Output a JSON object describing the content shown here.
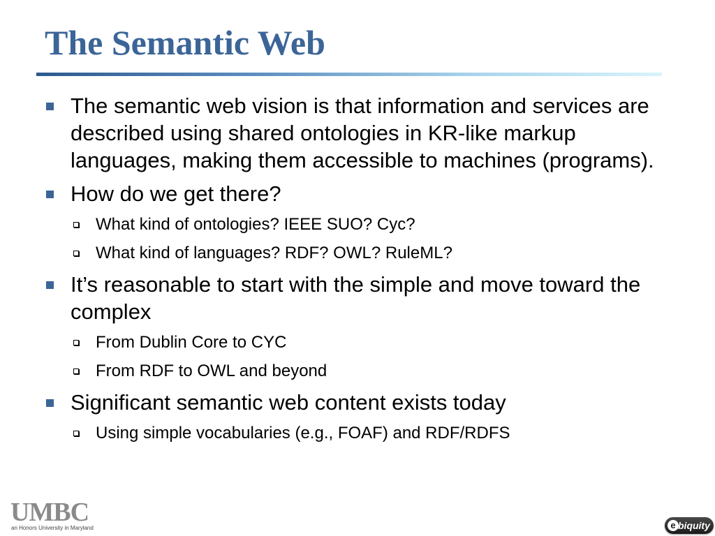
{
  "slide": {
    "title": "The Semantic Web",
    "bullets": [
      {
        "text": "The semantic web vision is that information and services are described using shared ontologies in KR-like markup languages, making them accessible to machines (programs).",
        "subs": []
      },
      {
        "text": "How do we get there?",
        "subs": [
          "What kind of ontologies?  IEEE SUO? Cyc?",
          "What kind of languages? RDF?  OWL? RuleML?"
        ]
      },
      {
        "text": "It’s reasonable to start with the simple and move toward the complex",
        "subs": [
          "From Dublin Core to CYC",
          "From RDF to OWL and beyond"
        ]
      },
      {
        "text": "Significant semantic web content exists today",
        "subs": [
          "Using simple vocabularies (e.g., FOAF) and RDF/RDFS"
        ]
      }
    ]
  },
  "footer": {
    "umbc_name": "UMBC",
    "umbc_tagline": "an Honors University in Maryland",
    "ebiquity_e": "e",
    "ebiquity_word": "biquity"
  },
  "colors": {
    "title": "#3b6597",
    "bullet_marker": "#3b6597",
    "rule_start": "#2c5a8c",
    "rule_end": "#d8f4fb"
  },
  "icons": {
    "bullet_marker": "square-bullet-icon",
    "sub_marker": "hollow-square-bullet-icon"
  }
}
